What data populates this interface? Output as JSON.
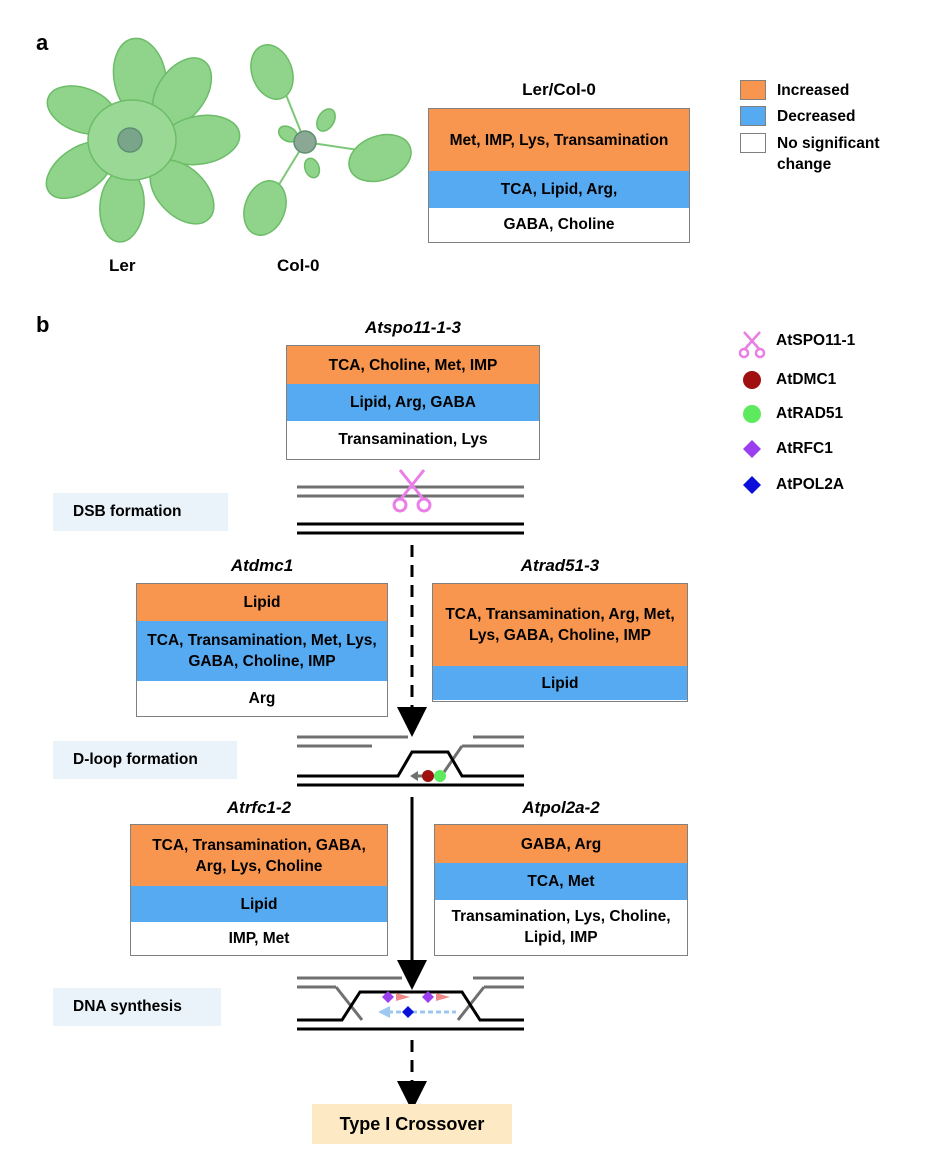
{
  "panel_a": {
    "letter": "a",
    "plant_labels": [
      "Ler",
      "Col-0"
    ],
    "table_title": "Ler/Col-0",
    "increased": "Met, IMP, Lys, Transamination",
    "decreased": "TCA, Lipid, Arg,",
    "no_change": "GABA, Choline"
  },
  "legend": {
    "increased": "Increased",
    "decreased": "Decreased",
    "no_change": "No significant change",
    "colors": {
      "increased": "#f89650",
      "decreased": "#56aaf2",
      "no_change": "#ffffff"
    }
  },
  "panel_b": {
    "letter": "b",
    "proteins": [
      {
        "name": "AtSPO11-1",
        "icon": "scissors-icon",
        "color": "#e97ee6"
      },
      {
        "name": "AtDMC1",
        "icon": "dark-red-circle-icon",
        "color": "#a01010"
      },
      {
        "name": "AtRAD51",
        "icon": "green-circle-icon",
        "color": "#5eea5e"
      },
      {
        "name": "AtRFC1",
        "icon": "purple-diamond-icon",
        "color": "#9b3ef0"
      },
      {
        "name": "AtPOL2A",
        "icon": "blue-diamond-icon",
        "color": "#0a10d8"
      }
    ],
    "stages": {
      "dsb": "DSB formation",
      "dloop": "D-loop formation",
      "dna_synthesis": "DNA synthesis",
      "final": "Type I Crossover"
    },
    "mutants": {
      "spo11": {
        "name": "Atspo11-1-3",
        "increased": "TCA, Choline, Met, IMP",
        "decreased": "Lipid, Arg, GABA",
        "no_change": "Transamination,  Lys"
      },
      "dmc1": {
        "name": "Atdmc1",
        "increased": "Lipid",
        "decreased": "TCA, Transamination, Met, Lys, GABA, Choline, IMP",
        "no_change": "Arg"
      },
      "rad51": {
        "name": "Atrad51-3",
        "increased": "TCA, Transamination, Arg, Met, Lys, GABA, Choline,  IMP",
        "decreased": "Lipid"
      },
      "rfc1": {
        "name": "Atrfc1-2",
        "increased": "TCA,  Transamination, GABA, Arg, Lys, Choline",
        "decreased": "Lipid",
        "no_change": "IMP, Met"
      },
      "pol2a": {
        "name": "Atpol2a-2",
        "increased": "GABA, Arg",
        "decreased": "TCA, Met",
        "no_change": "Transamination,  Lys, Choline, Lipid, IMP"
      }
    }
  }
}
